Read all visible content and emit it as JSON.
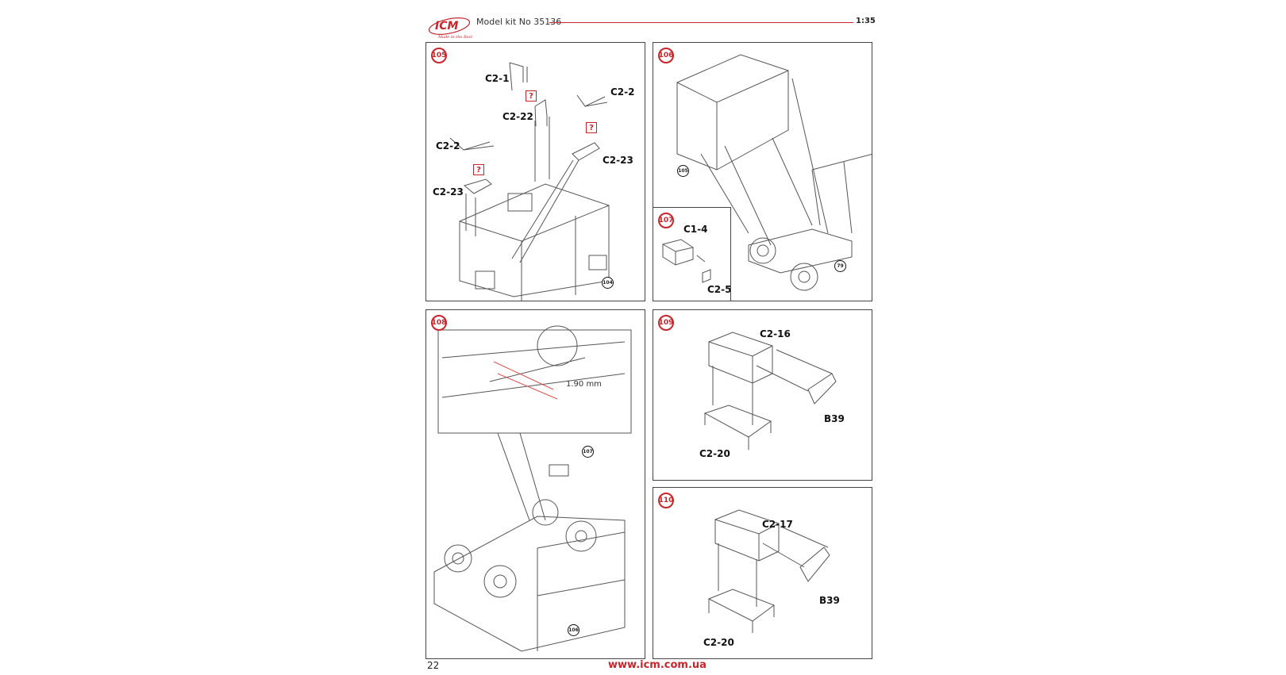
{
  "header": {
    "logo_text": "ICM",
    "logo_slogan": "Made in the Best",
    "title": "Model kit No 35136",
    "scale": "1:35"
  },
  "colors": {
    "accent": "#c9252c",
    "border": "#444444"
  },
  "steps": {
    "s105": {
      "number": "105",
      "parts": [
        "C2-1",
        "C2-22",
        "C2-2",
        "C2-2",
        "C2-23",
        "C2-23"
      ],
      "question": "?",
      "ref": "104"
    },
    "s106": {
      "number": "106",
      "refs": [
        "105",
        "79"
      ]
    },
    "s107": {
      "number": "107",
      "parts": [
        "C1-4",
        "C2-5"
      ]
    },
    "s108": {
      "number": "108",
      "dimension": "1.90 mm",
      "refs": [
        "107",
        "106"
      ]
    },
    "s109": {
      "number": "109",
      "parts": [
        "C2-16",
        "B39",
        "C2-20"
      ]
    },
    "s110": {
      "number": "110",
      "parts": [
        "C2-17",
        "B39",
        "C2-20"
      ]
    }
  },
  "footer": {
    "page_number": "22",
    "website": "www.icm.com.ua"
  }
}
